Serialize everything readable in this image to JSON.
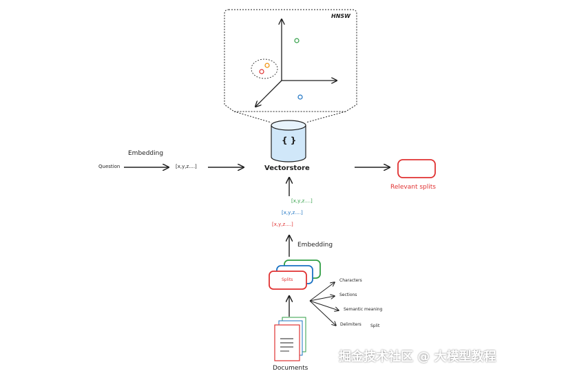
{
  "hnsw": {
    "label": "HNSW"
  },
  "vectorstore": {
    "icon_text": "{ }",
    "label": "Vectorstore"
  },
  "query": {
    "question": "Question",
    "embedding": "Embedding",
    "vector": "[x,y,z....]"
  },
  "output": {
    "label": "Relevant splits"
  },
  "doc_vectors": {
    "green": "[x,y,z....]",
    "blue": "[x,y,z....]",
    "red": "[x,y,z....]"
  },
  "doc_embedding": {
    "label": "Embedding"
  },
  "splits": {
    "label": "Splits"
  },
  "split_methods": [
    "Characters",
    "Sections",
    "Semantic meaning",
    "Delimiters"
  ],
  "split_extra": "Split",
  "documents": {
    "label": "Documents"
  },
  "watermark": "掘金技术社区 @ 大模型教程",
  "colors": {
    "red": "#e03131",
    "blue": "#1971c2",
    "green": "#2f9e44",
    "orange": "#f08c00",
    "stroke": "#1e1e1e",
    "db_fill": "#d0e7f9"
  }
}
